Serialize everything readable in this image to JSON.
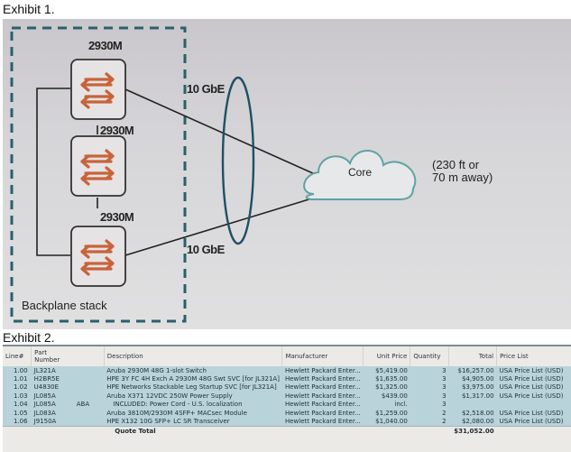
{
  "exhibit1": {
    "title": "Exhibit 1.",
    "switches": [
      {
        "model": "2930M"
      },
      {
        "model": "2930M"
      },
      {
        "model": "2930M"
      }
    ],
    "link_labels": [
      "10 GbE",
      "10 GbE"
    ],
    "core_label": "Core",
    "distance_note_line1": "(230 ft or",
    "distance_note_line2": "70 m away)",
    "stack_label": "Backplane stack",
    "colors": {
      "stack_border": "#2b5f6d",
      "switch_arrows": "#c8633a",
      "cloud_stroke": "#5ea3a3",
      "ellipse_stroke": "#1f4f66"
    }
  },
  "exhibit2": {
    "title": "Exhibit 2.",
    "columns": [
      "Line#",
      "Part Number",
      "",
      "Description",
      "Manufacturer",
      "Unit Price",
      "Quantity",
      "Total",
      "Price List"
    ],
    "rows": [
      {
        "line": "1.00",
        "part": "JL321A",
        "option": "",
        "description": "Aruba 2930M 48G 1-slot Switch",
        "manufacturer": "Hewlett Packard Enter...",
        "unit_price": "$5,419.00",
        "quantity": "3",
        "total": "$16,257.00",
        "price_list": "USA Price List (USD)"
      },
      {
        "line": "1.01",
        "part": "H2BR5E",
        "option": "",
        "description": "HPE 3Y FC 4H Exch A 2930M 48G Swt SVC  [for JL321A]",
        "manufacturer": "Hewlett Packard Enter...",
        "unit_price": "$1,635.00",
        "quantity": "3",
        "total": "$4,905.00",
        "price_list": "USA Price List (USD)"
      },
      {
        "line": "1.02",
        "part": "U4830E",
        "option": "",
        "description": "HPE Networks Stackable Leg Startup SVC  [for JL321A]",
        "manufacturer": "Hewlett Packard Enter...",
        "unit_price": "$1,325.00",
        "quantity": "3",
        "total": "$3,975.00",
        "price_list": "USA Price List (USD)"
      },
      {
        "line": "1.03",
        "part": "JL085A",
        "option": "",
        "description": "Aruba X371 12VDC 250W Power Supply",
        "manufacturer": "Hewlett Packard Enter...",
        "unit_price": "$439.00",
        "quantity": "3",
        "total": "$1,317.00",
        "price_list": "USA Price List (USD)"
      },
      {
        "line": "1.04",
        "part": "JL085A",
        "option": "ABA",
        "description": "  INCLUDED: Power Cord - U.S. localization",
        "manufacturer": "Hewlett Packard Enter...",
        "unit_price": "incl.",
        "quantity": "3",
        "total": "",
        "price_list": ""
      },
      {
        "line": "1.05",
        "part": "JL083A",
        "option": "",
        "description": "Aruba 3810M/2930M 4SFP+ MACsec Module",
        "manufacturer": "Hewlett Packard Enter...",
        "unit_price": "$1,259.00",
        "quantity": "2",
        "total": "$2,518.00",
        "price_list": "USA Price List (USD)"
      },
      {
        "line": "1.06",
        "part": "J9150A",
        "option": "",
        "description": "HPE X132 10G SFP+ LC SR Transceiver",
        "manufacturer": "Hewlett Packard Enter...",
        "unit_price": "$1,040.00",
        "quantity": "2",
        "total": "$2,080.00",
        "price_list": "USA Price List (USD)"
      }
    ],
    "quote_total_label": "Quote Total",
    "quote_total_value": "$31,052.00"
  }
}
